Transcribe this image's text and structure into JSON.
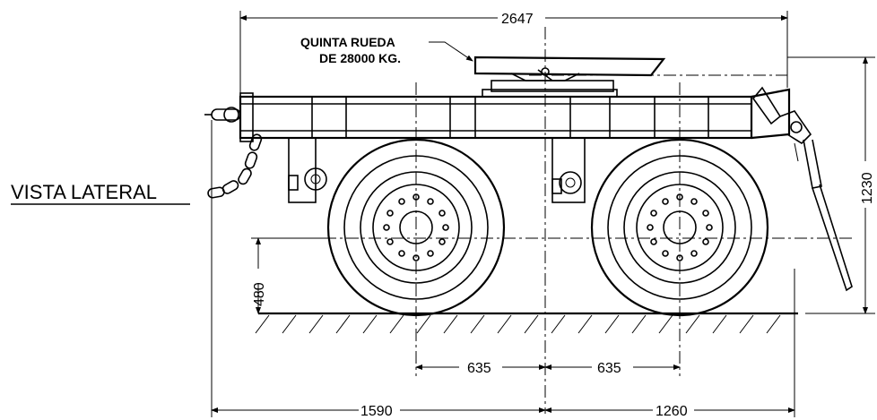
{
  "view_title": "VISTA LATERAL",
  "callout": {
    "line1": "QUINTA RUEDA",
    "line2": "DE 28000 KG."
  },
  "dimensions": {
    "overall_length": "2647",
    "overall_height": "1230",
    "axle_height": "480",
    "axle_spacing_left": "635",
    "axle_spacing_right": "635",
    "front_to_center": "1590",
    "center_to_rear": "1260"
  }
}
